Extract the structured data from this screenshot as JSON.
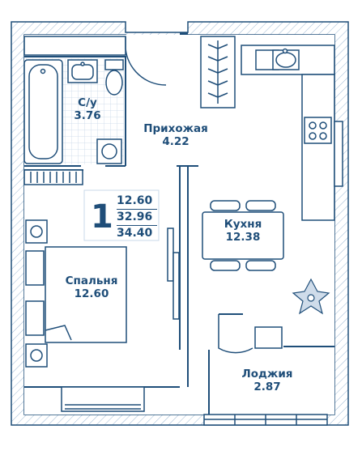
{
  "rooms": {
    "bathroom": {
      "name": "С/у",
      "area": "3.76"
    },
    "hallway": {
      "name": "Прихожая",
      "area": "4.22"
    },
    "kitchen": {
      "name": "Кухня",
      "area": "12.38"
    },
    "bedroom": {
      "name": "Спальня",
      "area": "12.60"
    },
    "loggia": {
      "name": "Лоджия",
      "area": "2.87"
    }
  },
  "summary": {
    "rooms_count": "1",
    "living_area": "12.60",
    "total_area": "32.96",
    "total_with_loggia": "34.40"
  },
  "colors": {
    "line": "#1f4e79",
    "hatch": "#9db8d3",
    "fill": "#ffffff"
  }
}
